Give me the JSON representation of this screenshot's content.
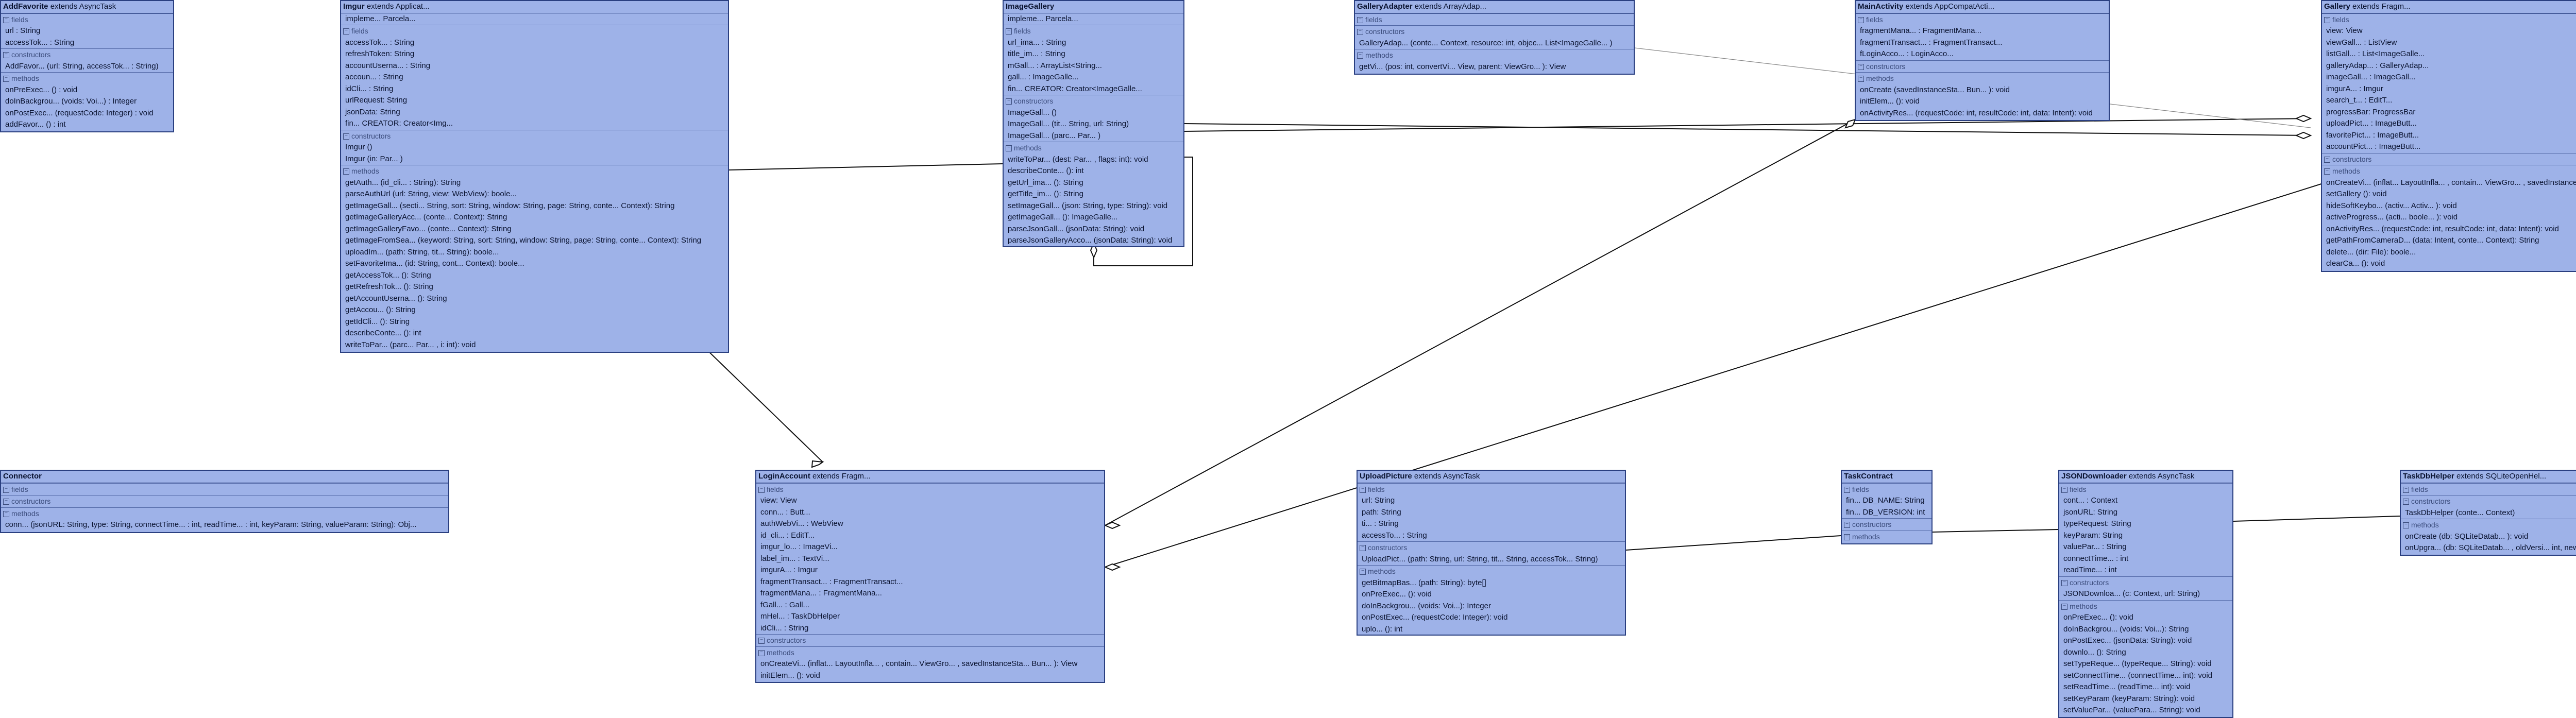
{
  "classes": {
    "addfavorite": {
      "name": "AddFavorite",
      "extends": "extends AsyncTask",
      "fields": [
        "url : String",
        "accessTok... : String"
      ],
      "constructors": [
        "AddFavor... (url: String, accessTok... : String)"
      ],
      "methods": [
        "onPreExec... () : void",
        "doInBackgrou... (voids: Voi...) : Integer",
        "onPostExec... (requestCode: Integer) : void",
        "addFavor... () : int"
      ]
    },
    "imgur": {
      "name": "Imgur",
      "extends": "extends Applicat...",
      "header2": "impleme... Parcela...",
      "fields": [
        "accessTok... : String",
        "refreshToken: String",
        "accountUserna... : String",
        "accoun... : String",
        "idCli... : String",
        "urlRequest: String",
        "jsonData: String",
        "fin... CREATOR: Creator<Img..."
      ],
      "constructors": [
        "Imgur ()",
        "Imgur (in: Par... )"
      ],
      "methods": [
        "getAuth... (id_cli... : String): String",
        "parseAuthUrl (url: String, view: WebView): boole...",
        "getImageGall... (secti... String, sort: String, window: String, page: String, conte... Context): String",
        "getImageGalleryAcc... (conte... Context): String",
        "getImageGalleryFavo... (conte... Context): String",
        "getImageFromSea... (keyword: String, sort: String, window: String, page: String, conte... Context): String",
        "uploadIm... (path: String, tit... String): boole...",
        "setFavoriteIma... (id: String, cont... Context): boole...",
        "getAccessTok... (): String",
        "getRefreshTok... (): String",
        "getAccountUserna... (): String",
        "getAccou... (): String",
        "getIdCli... (): String",
        "describeConte... (): int",
        "writeToPar... (parc... Par... , i: int): void"
      ]
    },
    "imagegallery": {
      "name": "ImageGallery",
      "extends": "",
      "header2": "impleme... Parcela...",
      "fields": [
        "url_ima... : String",
        "title_im... : String",
        "mGall... : ArrayList<String...",
        "gall... : ImageGalle...",
        "fin... CREATOR: Creator<ImageGalle..."
      ],
      "constructors": [
        "ImageGall... ()",
        "ImageGall... (tit... String, url: String)",
        "ImageGall... (parc... Par... )"
      ],
      "methods": [
        "writeToPar... (dest: Par... , flags: int): void",
        "describeConte... (): int",
        "getUrl_ima... (): String",
        "getTitle_im... (): String",
        "setImageGall... (json: String, type: String): void",
        "getImageGall... (): ImageGalle...",
        "parseJsonGall... (jsonData: String): void",
        "parseJsonGalleryAcco... (jsonData: String): void"
      ]
    },
    "galleryadapter": {
      "name": "GalleryAdapter",
      "extends": "extends ArrayAdap...",
      "fields": [],
      "constructors": [
        "GalleryAdap... (conte... Context, resource: int, objec... List<ImageGalle... )"
      ],
      "methods": [
        "getVi... (pos: int, convertVi... View, parent: ViewGro... ): View"
      ]
    },
    "mainactivity": {
      "name": "MainActivity",
      "extends": "extends AppCompatActi...",
      "fields": [
        "fragmentMana... : FragmentMana...",
        "fragmentTransact... : FragmentTransact...",
        "fLoginAcco... : LoginAcco..."
      ],
      "constructors": [],
      "methods": [
        "onCreate (savedInstanceSta... Bun... ): void",
        "initElem... (): void",
        "onActivityRes... (requestCode: int, resultCode: int, data: Intent): void"
      ]
    },
    "gallery": {
      "name": "Gallery",
      "extends": "extends Fragm...",
      "fields": [
        "view: View",
        "viewGall... : ListView",
        "listGall... : List<ImageGalle...",
        "galleryAdap... : GalleryAdap...",
        "imageGall... : ImageGall...",
        "imgurA... : Imgur",
        "search_t... : EditT...",
        "progressBar: ProgressBar",
        "uploadPict... : ImageButt...",
        "favoritePict... : ImageButt...",
        "accountPict... : ImageButt..."
      ],
      "constructors": [],
      "methods": [
        "onCreateVi... (inflat... LayoutInfla... , contain... ViewGro... , savedInstanceSta... Bun... ): View",
        "setGallery (): void",
        "hideSoftKeybo... (activ... Activ... ): void",
        "activeProgress... (acti... boole... ): void",
        "onActivityRes... (requestCode: int, resultCode: int, data: Intent): void",
        "getPathFromCameraD... (data: Intent, conte... Context): String",
        "delete... (dir: File): boole...",
        "clearCa... (): void"
      ]
    },
    "connector": {
      "name": "Connector",
      "extends": "",
      "fields": [],
      "constructors": [],
      "methods": [
        "conn... (jsonURL: String, type: String, connectTime... : int, readTime... : int, keyParam: String, valueParam: String): Obj..."
      ]
    },
    "loginaccount": {
      "name": "LoginAccount",
      "extends": "extends Fragm...",
      "fields": [
        "view: View",
        "conn... : Butt...",
        "authWebVi... : WebView",
        "id_cli... : EditT...",
        "imgur_lo... : ImageVi...",
        "label_im... : TextVi...",
        "imgurA... : Imgur",
        "fragmentTransact... : FragmentTransact...",
        "fragmentMana... : FragmentMana...",
        "fGall... : Gall...",
        "mHel... : TaskDbHelper",
        "idCli... : String"
      ],
      "constructors": [],
      "methods": [
        "onCreateVi... (inflat... LayoutInfla... , contain... ViewGro... , savedInstanceSta... Bun... ): View",
        "initElem... (): void"
      ]
    },
    "uploadpicture": {
      "name": "UploadPicture",
      "extends": "extends AsyncTask",
      "fields": [
        "url: String",
        "path: String",
        "ti... : String",
        "accessTo... : String"
      ],
      "constructors": [
        "UploadPict... (path: String, url: String, tit... String, accessTok... String)"
      ],
      "methods": [
        "getBitmapBas... (path: String): byte[]",
        "onPreExec... (): void",
        "doInBackgrou... (voids: Voi...): Integer",
        "onPostExec... (requestCode: Integer): void",
        "uplo... (): int"
      ]
    },
    "taskcontract": {
      "name": "TaskContract",
      "extends": "",
      "fields": [
        "fin... DB_NAME: String",
        "fin... DB_VERSION: int"
      ],
      "constructors": [],
      "methods": []
    },
    "jsondownloader": {
      "name": "JSONDownloader",
      "extends": "extends AsyncTask",
      "fields": [
        "cont... : Context",
        "jsonURL: String",
        "typeRequest: String",
        "keyParam: String",
        "valuePar... : String",
        "connectTime... : int",
        "readTime... : int"
      ],
      "constructors": [
        "JSONDownloa... (c: Context, url: String)"
      ],
      "methods": [
        "onPreExec... (): void",
        "doInBackgrou... (voids: Voi...): String",
        "onPostExec... (jsonData: String): void",
        "downlo... (): String",
        "setTypeReque... (typeReque... String): void",
        "setConnectTime... (connectTime... int): void",
        "setReadTime... (readTime... int): void",
        "setKeyParam (keyParam: String): void",
        "setValuePar... (valuePara... String): void"
      ]
    },
    "taskdbhelper": {
      "name": "TaskDbHelper",
      "extends": "extends SQLiteOpenHel...",
      "fields": [],
      "constructors": [
        "TaskDbHelper (conte... Context)"
      ],
      "methods": [
        "onCreate (db: SQLiteDatab... ): void",
        "onUpgra... (db: SQLiteDatab... , oldVersi... int, newVersion: int): void"
      ]
    }
  },
  "section_labels": {
    "fields": "fields",
    "constructors": "constructors",
    "methods": "methods"
  }
}
